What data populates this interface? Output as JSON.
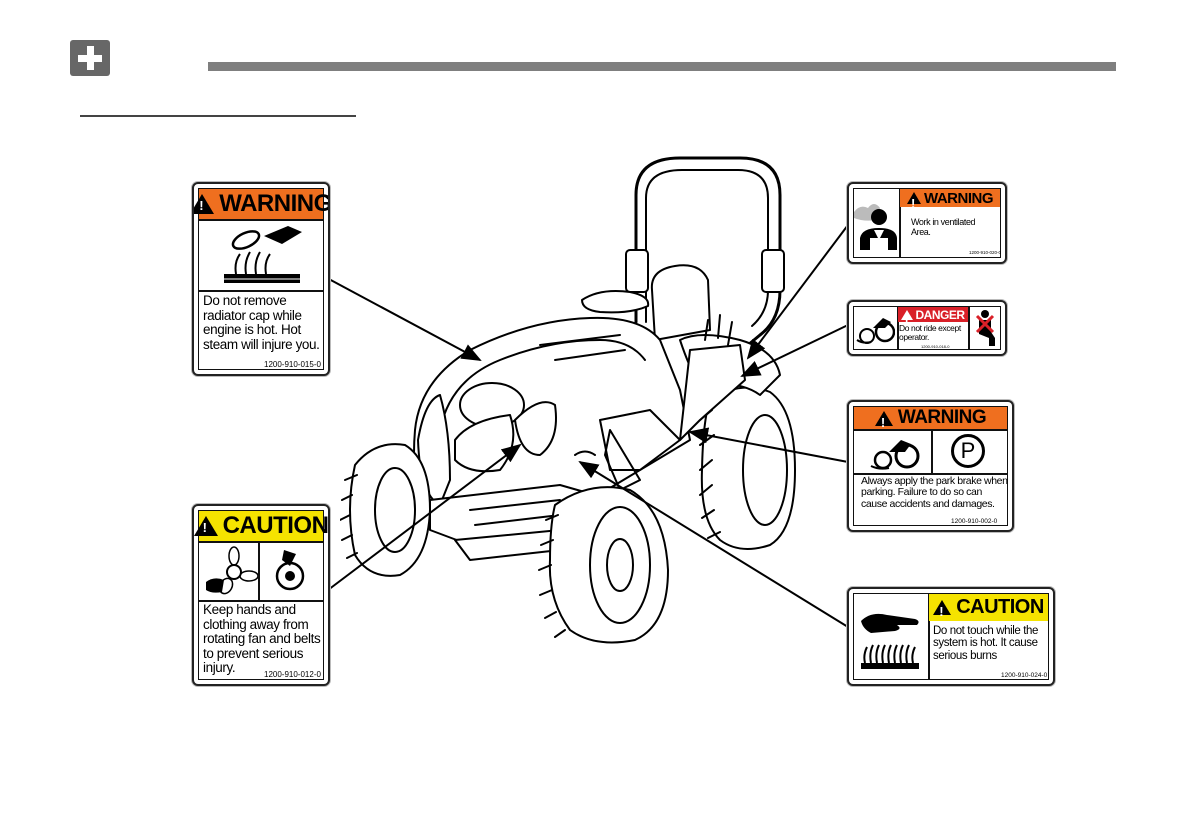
{
  "labels": {
    "radiator": {
      "signal": "WARNING",
      "message": "Do not remove radiator cap while engine is hot. Hot steam will injure you.",
      "code": "1200-910-015-0",
      "signal_color": "#ef6f1f"
    },
    "fan": {
      "signal": "CAUTION",
      "message": "Keep hands and clothing away from rotating  fan and belts to  prevent serious injury.",
      "code": "1200-910-012-0",
      "signal_color": "#f5e300"
    },
    "ventilation": {
      "signal": "WARNING",
      "message": "Work in ventilated Area.",
      "code": "1200-910-020-0",
      "signal_color": "#ef6f1f"
    },
    "ride": {
      "signal": "DANGER",
      "message": "Do not ride except operator.",
      "code": "1200-910-018-0",
      "signal_color": "#d92028"
    },
    "brake": {
      "signal": "WARNING",
      "message": "Always apply the park  brake when parking. Failure to do so can cause accidents and damages.",
      "code": "1200-910-002-0",
      "parking_symbol": "P",
      "signal_color": "#ef6f1f"
    },
    "hot_surface": {
      "signal": "CAUTION",
      "message": "Do not touch while the system is hot. It cause serious burns",
      "code": "1200-910-024-0",
      "signal_color": "#f5e300"
    }
  },
  "icons": [
    "cross-icon",
    "tractor-illustration",
    "radiator-steam-icon",
    "fan-belt-hazard-icon",
    "fume-inhalation-icon",
    "no-rider-icon",
    "tractor-runaway-icon",
    "parking-brake-icon",
    "hot-surface-hand-icon"
  ]
}
